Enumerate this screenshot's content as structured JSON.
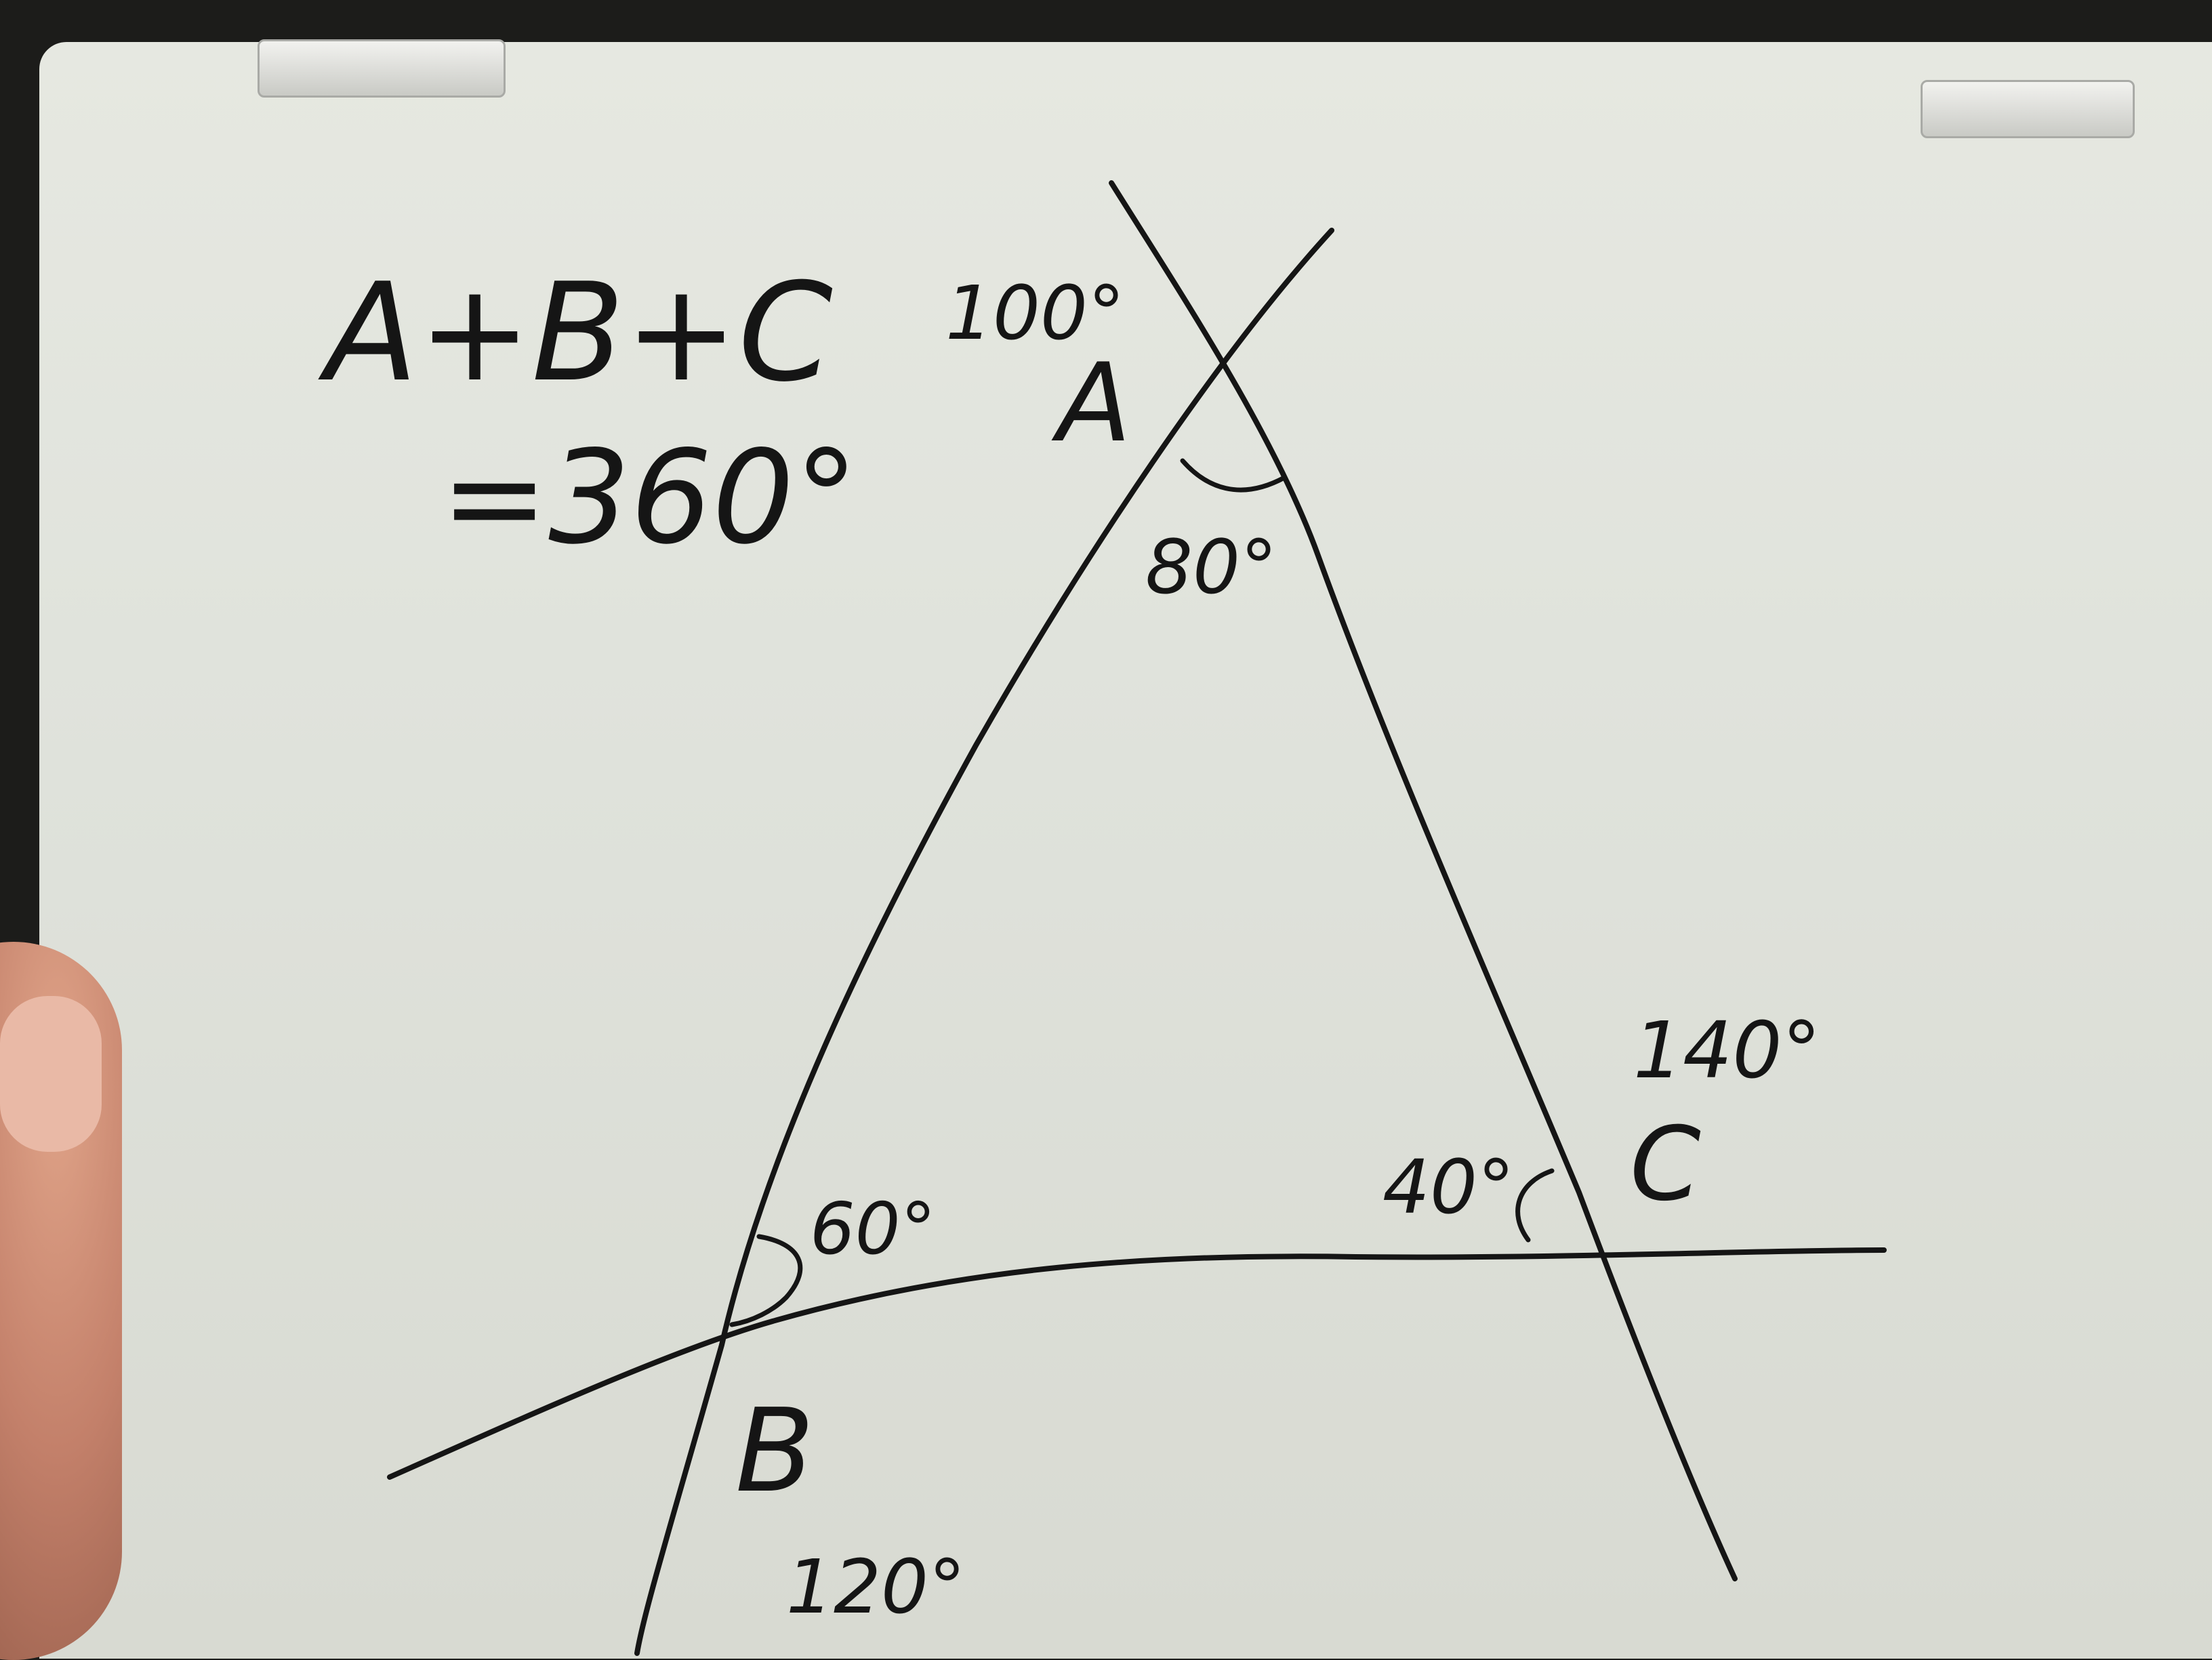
{
  "whiteboard": {
    "equation_line1": "A+B+C",
    "equation_line2": "=360°",
    "vertex_labels": {
      "a": "A",
      "b": "B",
      "c": "C"
    },
    "interior_angles": {
      "a": "80°",
      "b": "60°",
      "c": "40°"
    },
    "exterior_angles": {
      "a": "100°",
      "b": "120°",
      "c": "140°"
    }
  },
  "colors": {
    "ink": "#151515",
    "board": "#e3e5de"
  },
  "icons": [
    "whiteboard-clip-icon"
  ]
}
